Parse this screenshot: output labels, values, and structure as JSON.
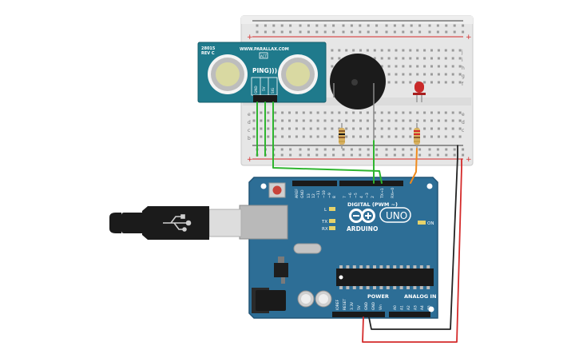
{
  "ping_sensor": {
    "model": "28015",
    "revision": "REV C",
    "website": "WWW.PARALLAX.COM",
    "brand": "PING)))",
    "act_label": "ACT",
    "pins": [
      "GND",
      "5V",
      "SIG"
    ]
  },
  "breadboard": {
    "row_letters_top": [
      "j",
      "i",
      "h",
      "g",
      "f"
    ],
    "row_letters_bottom": [
      "e",
      "d",
      "c",
      "b",
      "a"
    ],
    "rail_plus": "+",
    "rail_minus": "−",
    "column_count": 30
  },
  "arduino": {
    "brand": "ARDUINO",
    "model": "UNO",
    "on_label": "ON",
    "led_labels": [
      "L",
      "TX",
      "RX"
    ],
    "digital_header_label": "DIGITAL (PWM ~)",
    "digital_pins": [
      "AREF",
      "GND",
      "13",
      "12",
      "~11",
      "~10",
      "~9",
      "8",
      "7",
      "~6",
      "~5",
      "4",
      "~3",
      "2",
      "TX→1",
      "RX←0"
    ],
    "power_header_label": "POWER",
    "power_pins": [
      "IOREF",
      "RESET",
      "3.3V",
      "5V",
      "GND",
      "GND",
      "Vin"
    ],
    "analog_header_label": "ANALOG IN",
    "analog_pins": [
      "A0",
      "A1",
      "A2",
      "A3",
      "A4",
      "A5"
    ]
  },
  "colors": {
    "breadboard": "#e8e8e8",
    "arduino_board": "#2d6e96",
    "sensor_board": "#1f7a8c",
    "wire_green": "#2fb52f",
    "wire_orange": "#f08a1c",
    "wire_red": "#d42a2a",
    "wire_black": "#222222",
    "led_red": "#c92a2a"
  },
  "icons": {
    "usb_symbol": "usb-icon",
    "infinity_logo": "arduino-infinity-logo"
  }
}
